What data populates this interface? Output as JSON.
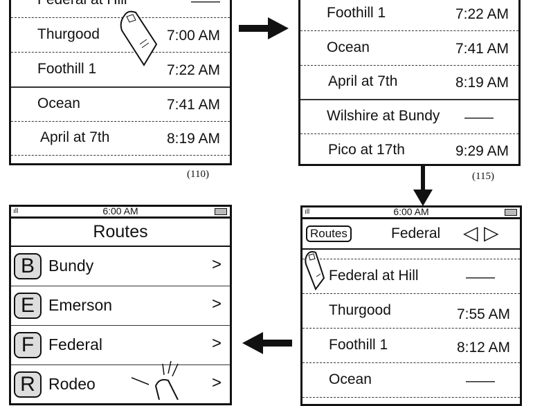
{
  "screen_110": {
    "label": "(110)",
    "rows": [
      {
        "name": "Federal at Hill",
        "time": "——"
      },
      {
        "name": "Thurgood",
        "time": "7:00 AM"
      },
      {
        "name": "Foothill 1",
        "time": "7:22 AM"
      },
      {
        "name": "Ocean",
        "time": "7:41 AM"
      },
      {
        "name": "April at 7th",
        "time": "8:19 AM"
      }
    ]
  },
  "screen_115": {
    "label": "(115)",
    "rows": [
      {
        "name": "Foothill 1",
        "time": "7:22 AM"
      },
      {
        "name": "Ocean",
        "time": "7:41 AM"
      },
      {
        "name": "April at 7th",
        "time": "8:19 AM"
      },
      {
        "name": "Wilshire at Bundy",
        "time": "——"
      },
      {
        "name": "Pico at 17th",
        "time": "9:29 AM"
      }
    ]
  },
  "routes_screen": {
    "status_time": "6:00 AM",
    "title": "Routes",
    "chevron": ">",
    "routes": [
      {
        "letter": "B",
        "name": "Bundy"
      },
      {
        "letter": "E",
        "name": "Emerson"
      },
      {
        "letter": "F",
        "name": "Federal"
      },
      {
        "letter": "R",
        "name": "Rodeo"
      }
    ]
  },
  "federal_screen": {
    "status_time": "6:00 AM",
    "back_label": "Routes",
    "title": "Federal",
    "prev": "◁",
    "next": "▷",
    "rows": [
      {
        "name": "Federal at Hill",
        "time": "——"
      },
      {
        "name": "Thurgood",
        "time": "7:55 AM"
      },
      {
        "name": "Foothill 1",
        "time": "8:12 AM"
      },
      {
        "name": "Ocean",
        "time": "——"
      }
    ]
  }
}
